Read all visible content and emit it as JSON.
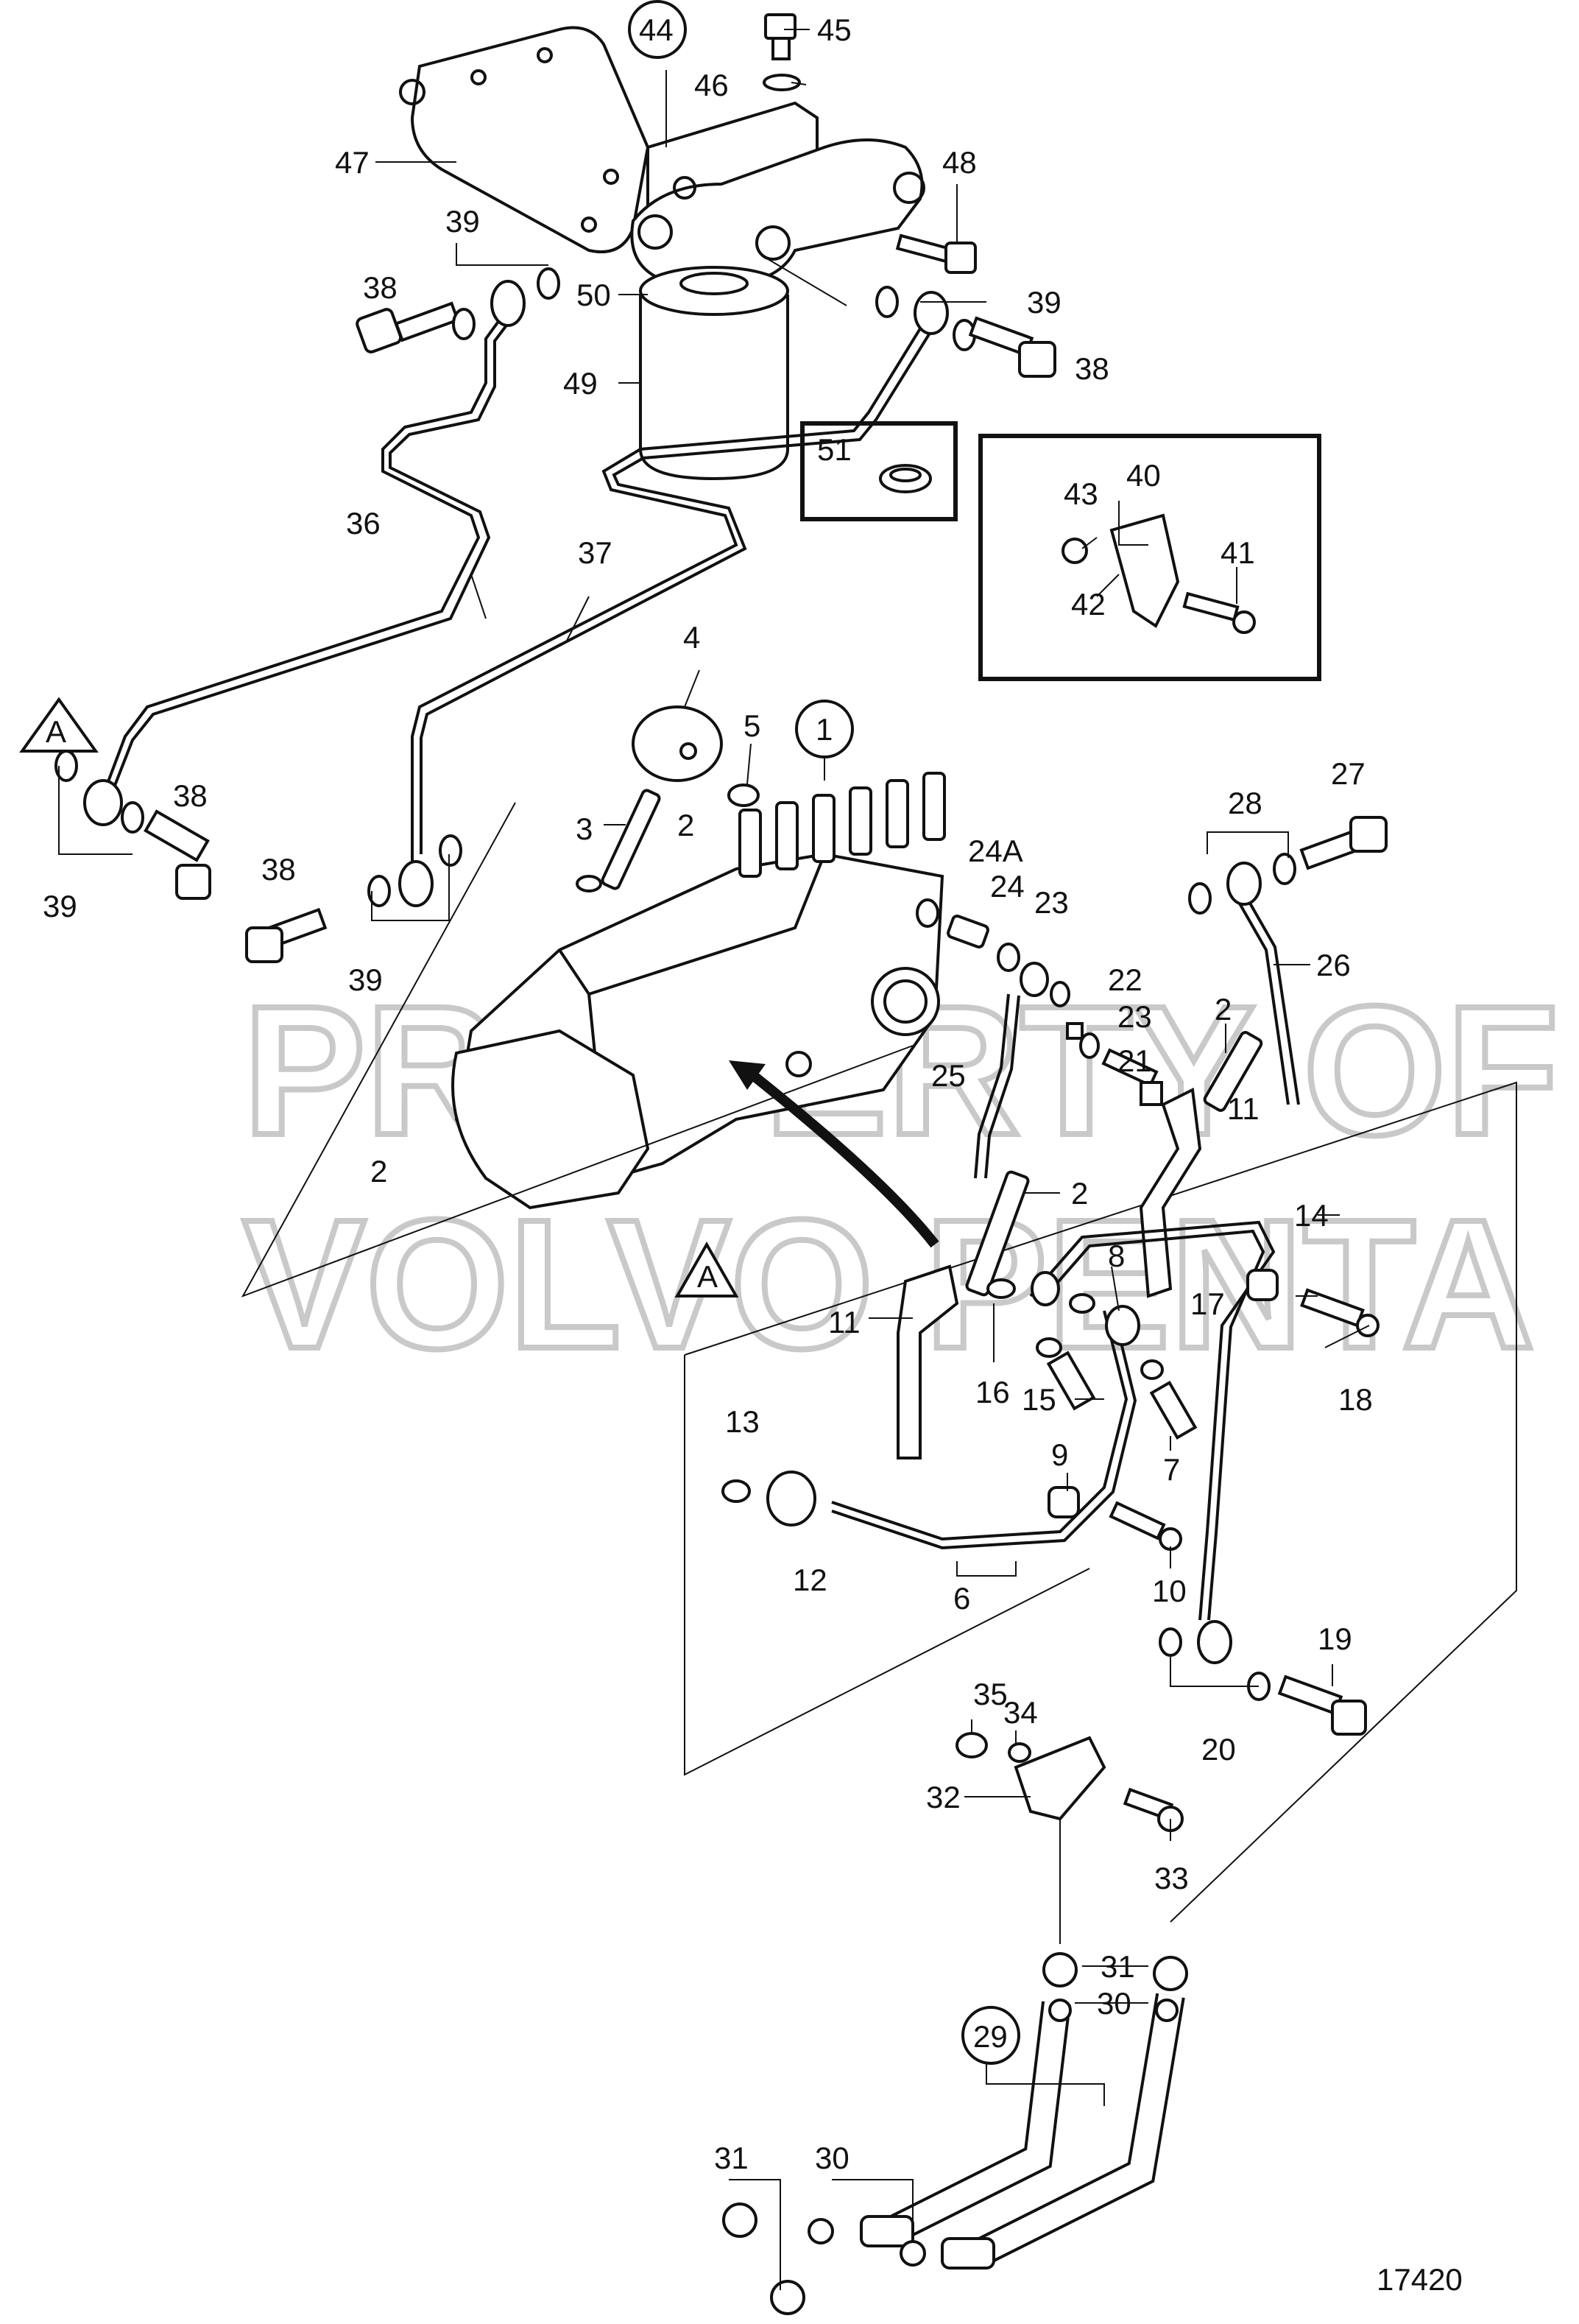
{
  "watermark": {
    "line1": "PROPERTY OF",
    "line2": "VOLVO PENTA"
  },
  "drawing_number": "17420",
  "section_marker": "A",
  "labels": {
    "l1": "1",
    "l2a": "2",
    "l2b": "2",
    "l2c": "2",
    "l2d": "2",
    "l3": "3",
    "l4": "4",
    "l5": "5",
    "l6": "6",
    "l7": "7",
    "l8": "8",
    "l9": "9",
    "l10": "10",
    "l11a": "11",
    "l11b": "11",
    "l12": "12",
    "l13": "13",
    "l14": "14",
    "l15": "15",
    "l16": "16",
    "l17": "17",
    "l18": "18",
    "l19": "19",
    "l20": "20",
    "l21": "21",
    "l22": "22",
    "l23a": "23",
    "l23b": "23",
    "l24": "24",
    "l24A": "24A",
    "l25": "25",
    "l26": "26",
    "l27": "27",
    "l28": "28",
    "l29": "29",
    "l30a": "30",
    "l30b": "30",
    "l31a": "31",
    "l31b": "31",
    "l32": "32",
    "l33": "33",
    "l34": "34",
    "l35": "35",
    "l36": "36",
    "l37": "37",
    "l38a": "38",
    "l38b": "38",
    "l38c": "38",
    "l38d": "38",
    "l39a": "39",
    "l39b": "39",
    "l39c": "39",
    "l39d": "39",
    "l40": "40",
    "l41": "41",
    "l42": "42",
    "l43": "43",
    "l44": "44",
    "l45": "45",
    "l46": "46",
    "l47": "47",
    "l48": "48",
    "l49": "49",
    "l50": "50",
    "l51": "51"
  }
}
